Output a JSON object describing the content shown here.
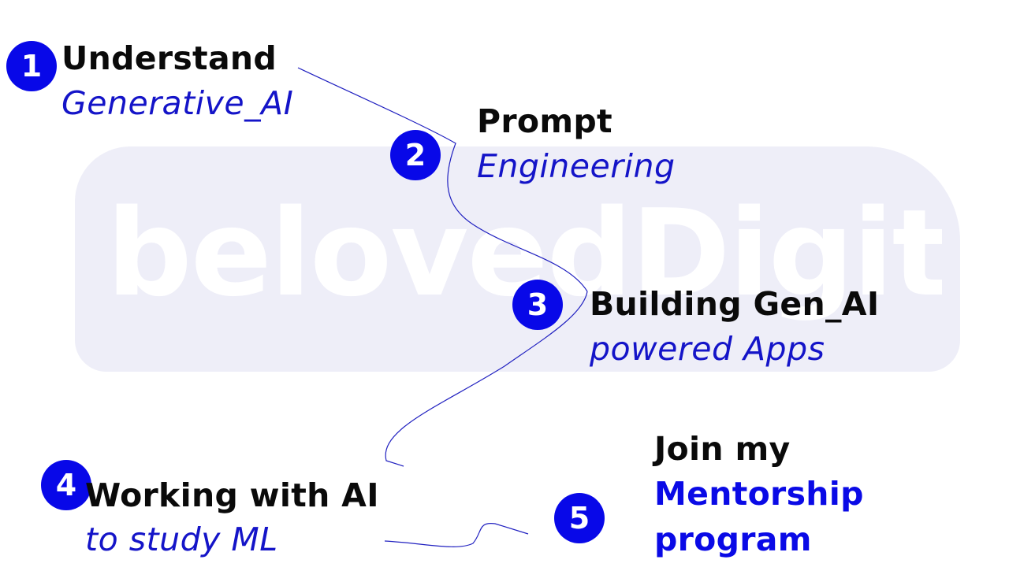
{
  "watermark": {
    "text": "belovedDigital"
  },
  "steps": [
    {
      "number": "1",
      "title": "Understand",
      "subtitle": "Generative_AI"
    },
    {
      "number": "2",
      "title": "Prompt",
      "subtitle": "Engineering"
    },
    {
      "number": "3",
      "title": "Building Gen_AI",
      "subtitle": "powered Apps"
    },
    {
      "number": "4",
      "title": "Working with AI",
      "subtitle": "to study ML"
    },
    {
      "number": "5",
      "title": "Join my",
      "accent_line_1": "Mentorship",
      "accent_line_2": "program"
    }
  ],
  "colors": {
    "accent": "#0808e8",
    "subtitle": "#1414c8",
    "title": "#0a0a0a",
    "watermark_plate": "#eeeef8",
    "connector": "#2020c0"
  }
}
